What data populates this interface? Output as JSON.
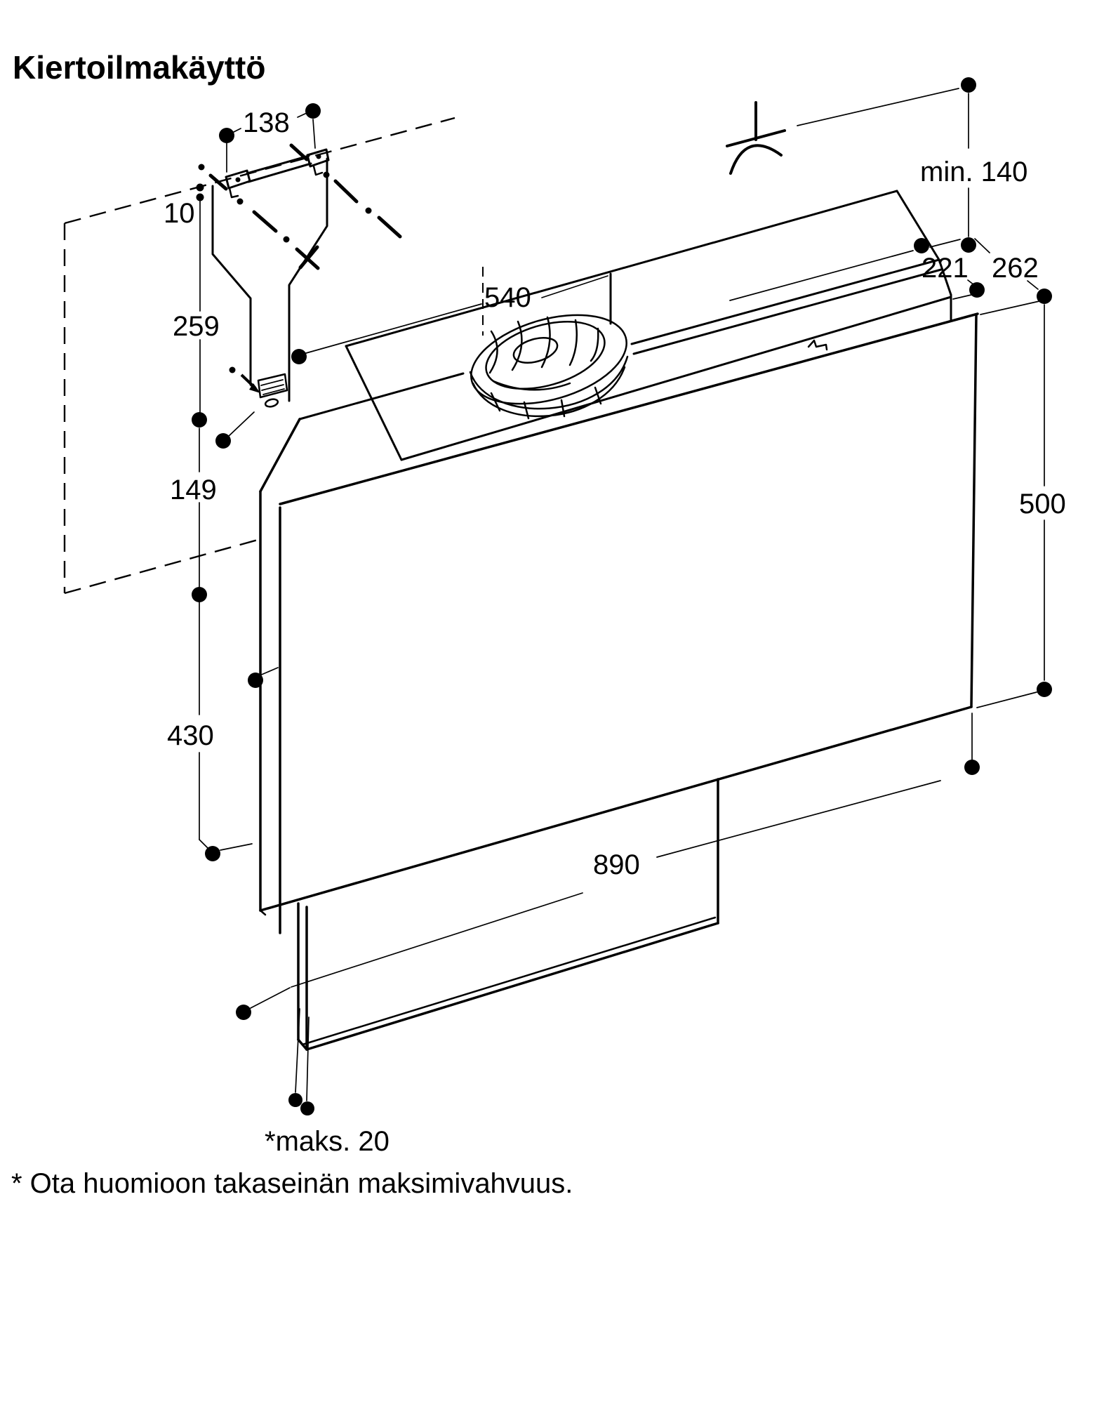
{
  "title": "Kiertoilmakäyttö",
  "footnote": "* Ota huomioon takaseinän maksimivahvuus.",
  "colors": {
    "line": "#000000",
    "background": "#ffffff"
  },
  "dimensions": {
    "bracket_hole_spacing": "138",
    "wall_gap": "10",
    "bracket_height": "259",
    "lower_fixing_offset": "149",
    "panel_drop": "430",
    "duct_width": "540",
    "ceiling_clearance": "min. 140",
    "duct_depth": "221",
    "total_depth": "262",
    "body_height": "500",
    "door_width": "890",
    "rear_wall_max": "*maks. 20"
  }
}
